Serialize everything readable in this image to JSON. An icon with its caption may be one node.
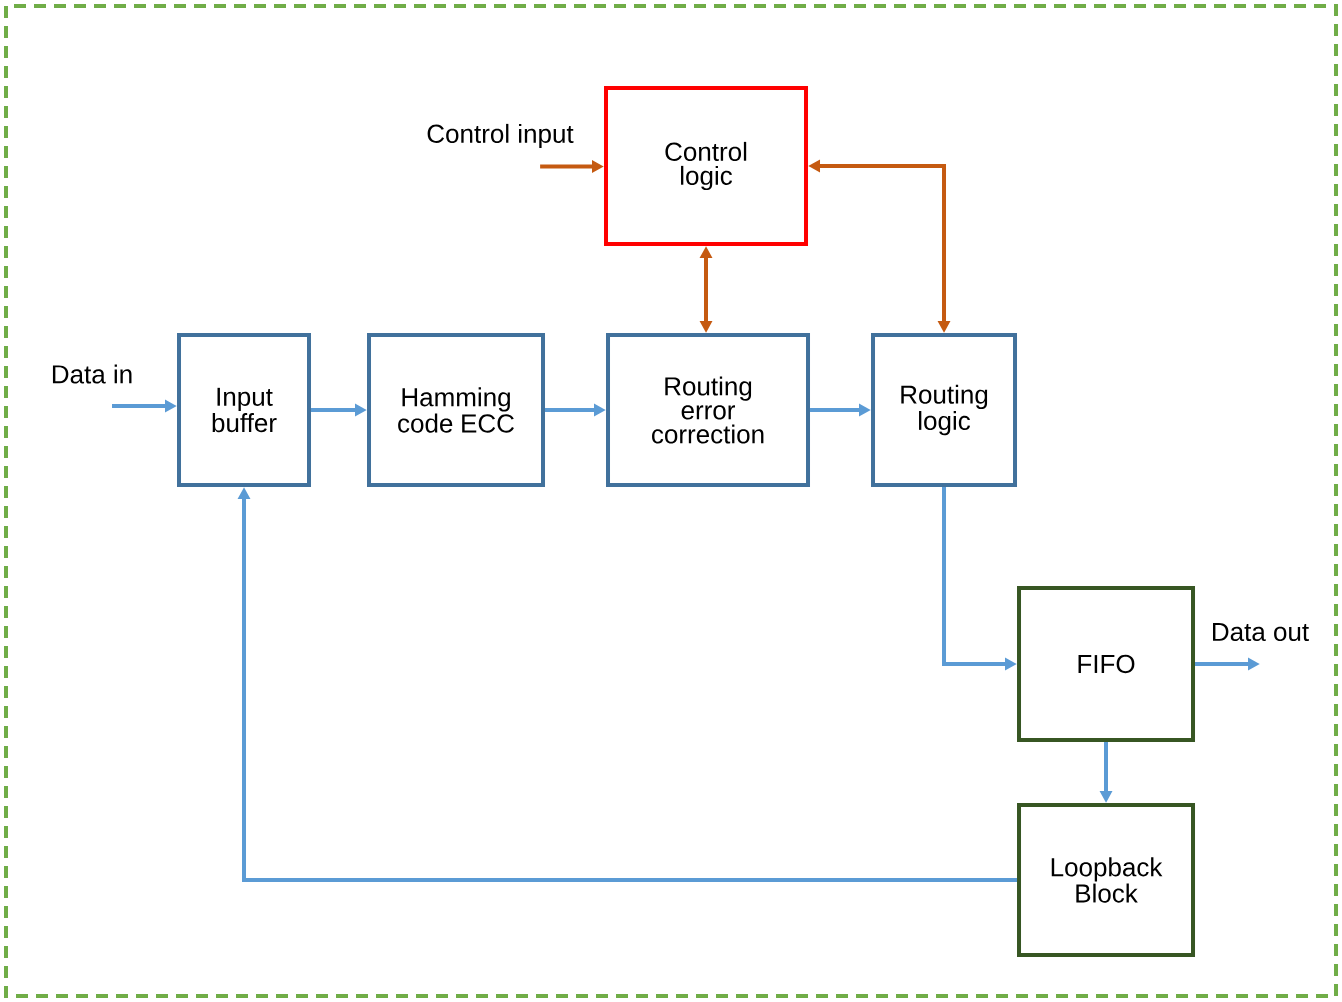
{
  "diagram": {
    "nodes": [
      {
        "text": [
          "Control logic"
        ]
      },
      {
        "text": [
          "Input buffer"
        ]
      },
      {
        "text": [
          "Hamming code ECC"
        ]
      },
      {
        "text": [
          "Routing error correction"
        ]
      },
      {
        "text": [
          "Routing logic"
        ]
      },
      {
        "text": [
          "FIFO"
        ]
      },
      {
        "text": [
          "Loopback Block"
        ]
      },
      {
        "text": [
          "Data in"
        ]
      },
      {
        "text": [
          "Control input"
        ]
      },
      {
        "text": [
          "Data out"
        ]
      }
    ],
    "edges": [
      {
        "from": 7,
        "to": 1,
        "arrow": "to"
      },
      {
        "from": 1,
        "to": 2,
        "arrow": "to"
      },
      {
        "from": 2,
        "to": 3,
        "arrow": "to"
      },
      {
        "from": 3,
        "to": 4,
        "arrow": "to"
      },
      {
        "from": 4,
        "to": 5,
        "arrow": "to"
      },
      {
        "from": 5,
        "to": 9,
        "arrow": "to"
      },
      {
        "from": 5,
        "to": 6,
        "arrow": "to"
      },
      {
        "from": 6,
        "to": 1,
        "arrow": "to"
      },
      {
        "from": 8,
        "to": 0,
        "arrow": "to",
        "color": "#c55a11"
      },
      {
        "from": 0,
        "to": 3,
        "arrow": "both",
        "color": "#c55a11"
      },
      {
        "from": 0,
        "to": 4,
        "arrow": "both",
        "color": "#c55a11"
      }
    ]
  }
}
